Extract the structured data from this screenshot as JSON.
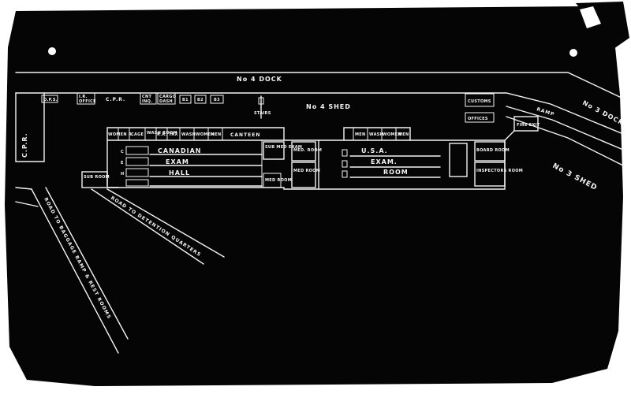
{
  "drawing": {
    "paper_color": "#ffffff",
    "ground_color": "#050505",
    "line_color": "#f4f4f4"
  },
  "labels": {
    "no4_dock": "No 4 DOCK",
    "no4_shed": "No 4 SHED",
    "no3_dock": "No 3 DOCK",
    "no3_shed": "No 3 SHED",
    "ramp": "RAMP",
    "cpr_side": "C.P.R.",
    "cpr_counter": "C.P.R.",
    "ops": "O.P.S.",
    "ir": "I.R.",
    "ir_office": "OFFICE",
    "cnt": "CNT",
    "inq": "INQ.",
    "cargo": "CARGO",
    "dash": "DASH",
    "b1": "B1",
    "b2": "B2",
    "b3": "B3",
    "stairs": "STAIRS",
    "women_rr": "WOMEN R.",
    "cage": "CAGE",
    "wash_room": "WASH ROOM",
    "r_r": "R.R.",
    "tax": "TAX",
    "wash": "WASH",
    "women": "WOMEN",
    "men": "MEN",
    "canteen": "CANTEEN",
    "canadian": "CANADIAN",
    "exam": "EXAM",
    "hall": "HALL",
    "col_c": "C",
    "col_e": "E",
    "col_h": "H",
    "sub_room": "SUB ROOM",
    "sub_med_exam": "SUB MED EXAM",
    "med_room_1": "MED. ROOM",
    "med_room_2": "MED ROOM",
    "med_room_3": "MED ROOM",
    "men_wash": "MEN",
    "wash_2": "WASH",
    "women_2": "WOMEN",
    "men_2": "MEN",
    "usa": "U.S.A.",
    "exam_2": "EXAM.",
    "room": "ROOM",
    "board_room": "BOARD ROOM",
    "inspectors_room": "INSPECTORS ROOM",
    "fire_exit": "FIRE EXIT",
    "customs": "CUSTOMS",
    "offices": "OFFICES",
    "road_detention": "ROAD TO DETENTION QUARTERS",
    "road_baggage": "ROAD TO BAGGAGE RAMP & REST ROOMS"
  }
}
